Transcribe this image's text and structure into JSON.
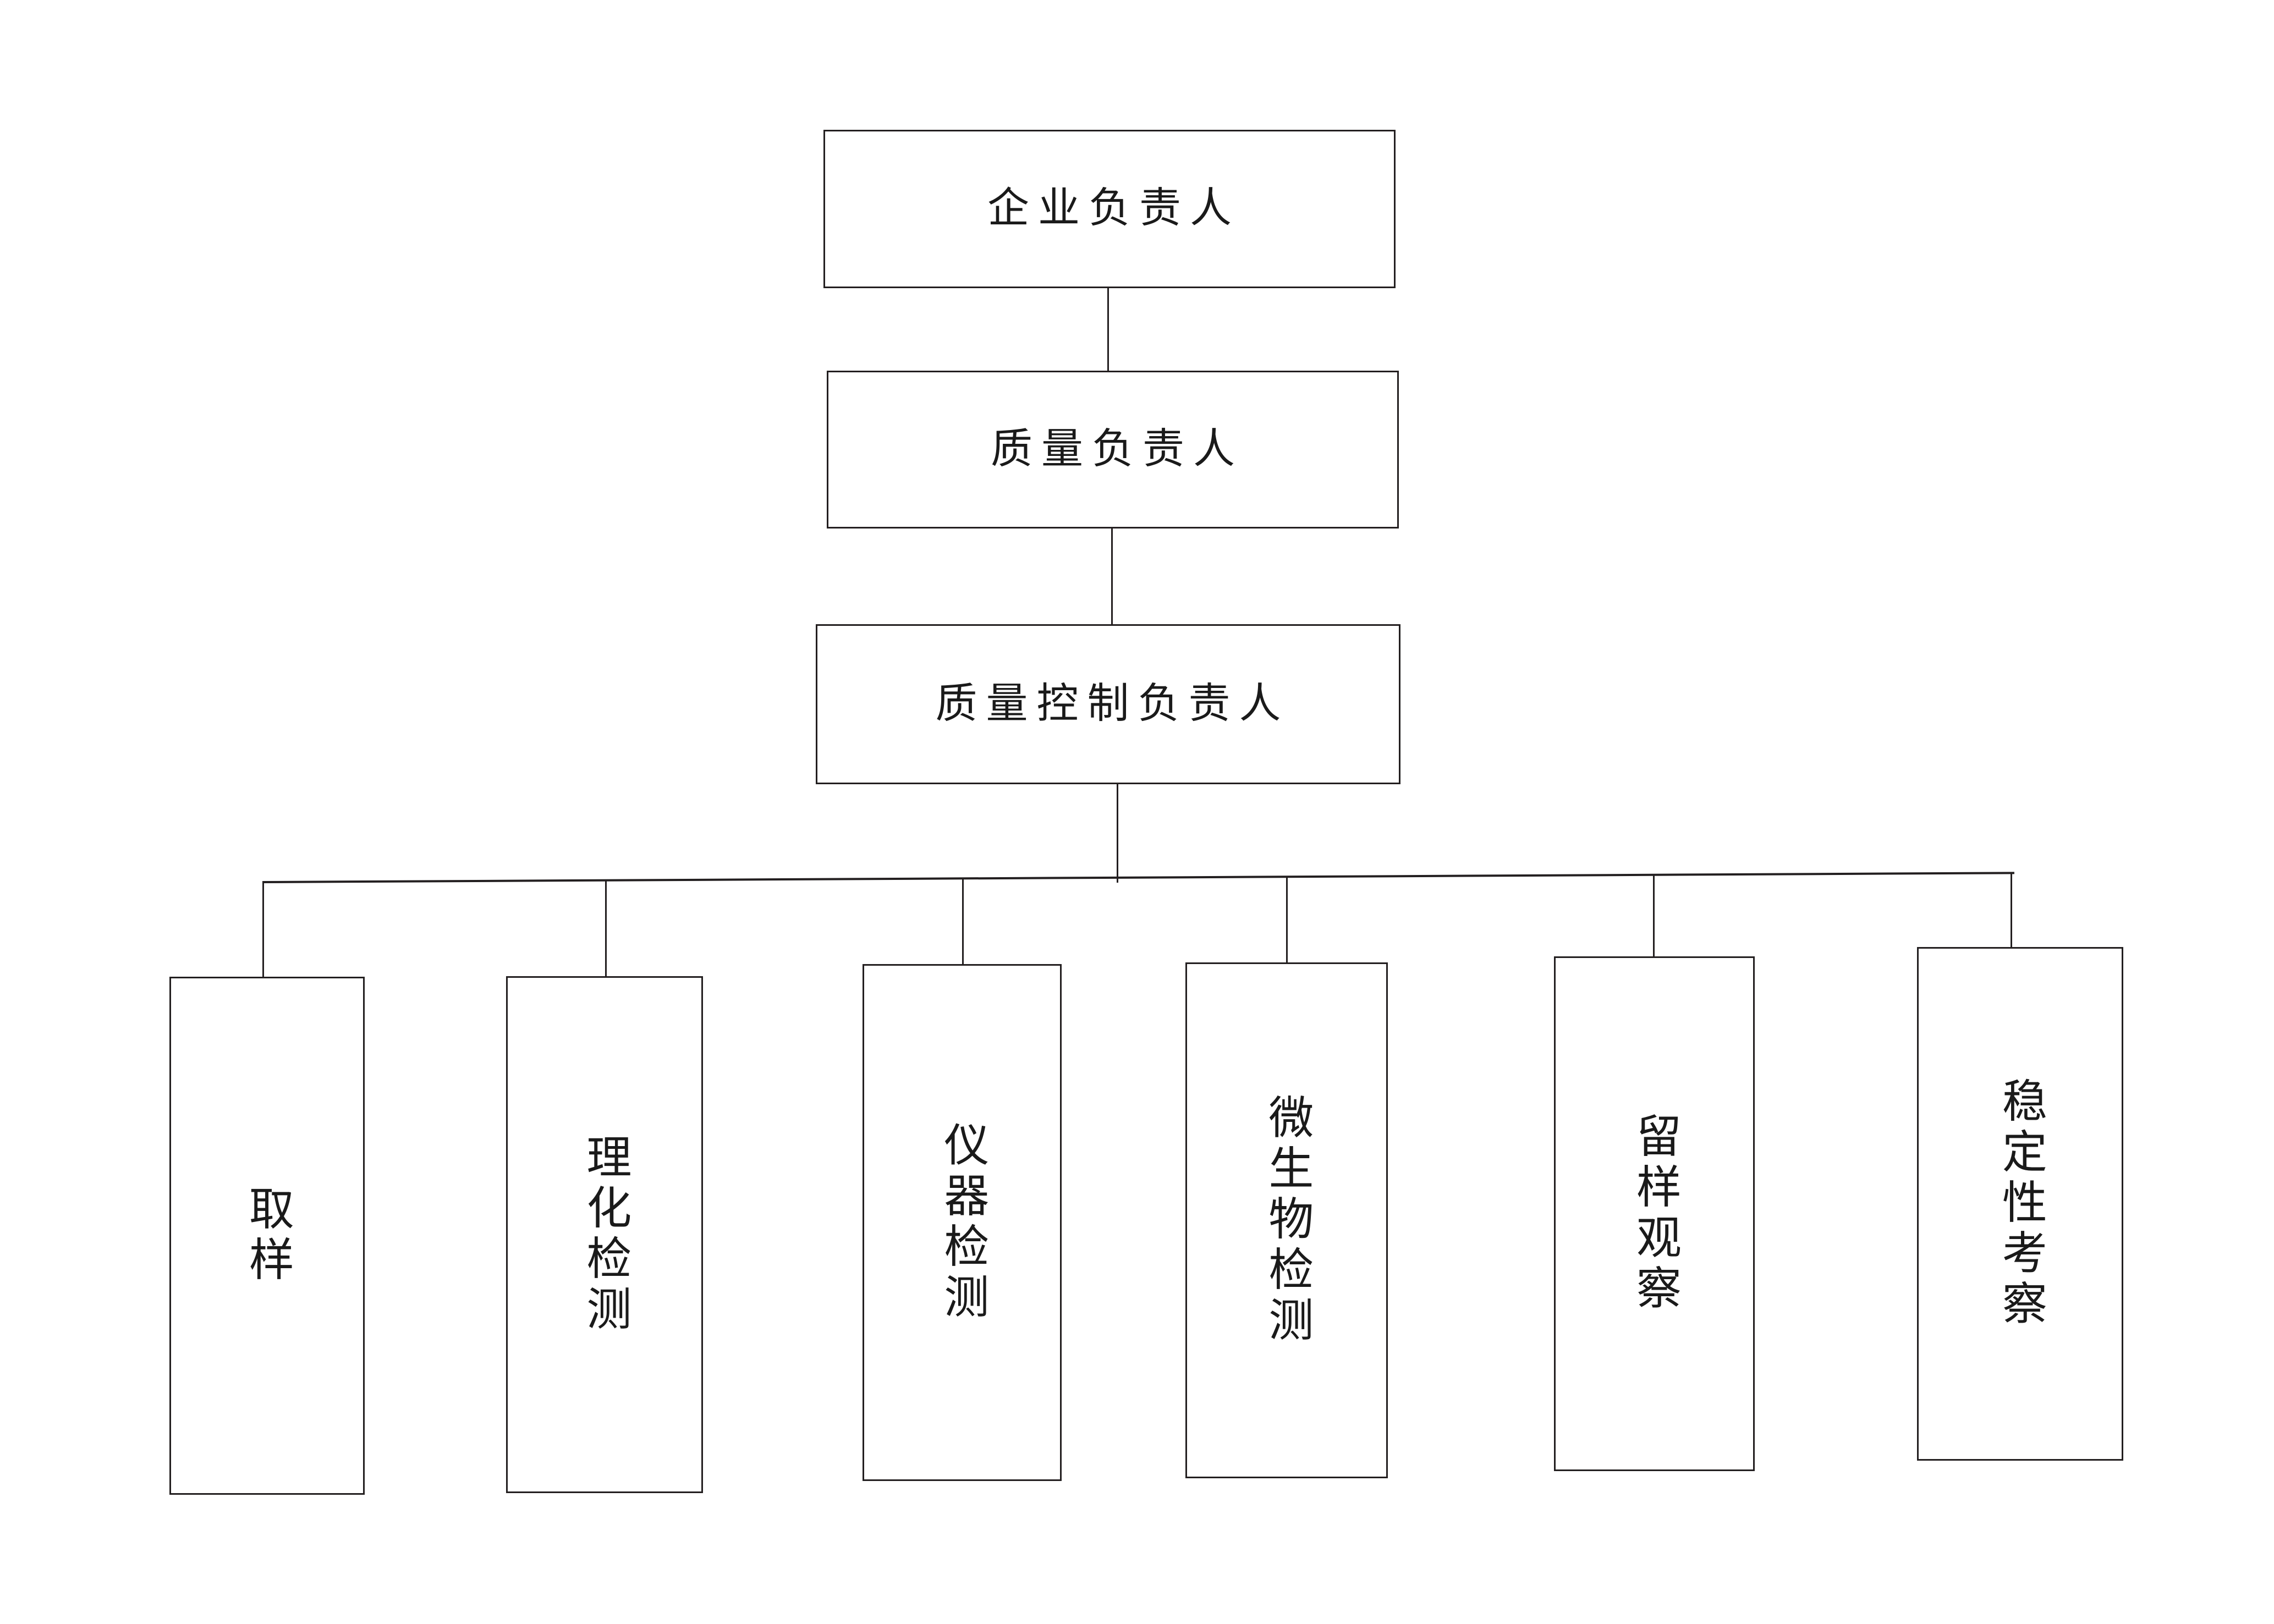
{
  "diagram": {
    "type": "organization-chart",
    "orientation": "top-down",
    "background_color": "#ffffff",
    "line_color": "#231f20",
    "text_color": "#1a1a1a",
    "levels": 4,
    "nodes": {
      "enterprise_manager": "企业负责人",
      "quality_manager": "质量负责人",
      "quality_control_manager": "质量控制负责人"
    },
    "leaves": [
      {
        "label": "取样"
      },
      {
        "label": "理化检测"
      },
      {
        "label": "仪器检测"
      },
      {
        "label": "微生物检测"
      },
      {
        "label": "留样观察"
      },
      {
        "label": "稳定性考察"
      }
    ],
    "edges": [
      {
        "from": "企业负责人",
        "to": "质量负责人"
      },
      {
        "from": "质量负责人",
        "to": "质量控制负责人"
      },
      {
        "from": "质量控制负责人",
        "to": "取样"
      },
      {
        "from": "质量控制负责人",
        "to": "理化检测"
      },
      {
        "from": "质量控制负责人",
        "to": "仪器检测"
      },
      {
        "from": "质量控制负责人",
        "to": "微生物检测"
      },
      {
        "from": "质量控制负责人",
        "to": "留样观察"
      },
      {
        "from": "质量控制负责人",
        "to": "稳定性考察"
      }
    ]
  }
}
